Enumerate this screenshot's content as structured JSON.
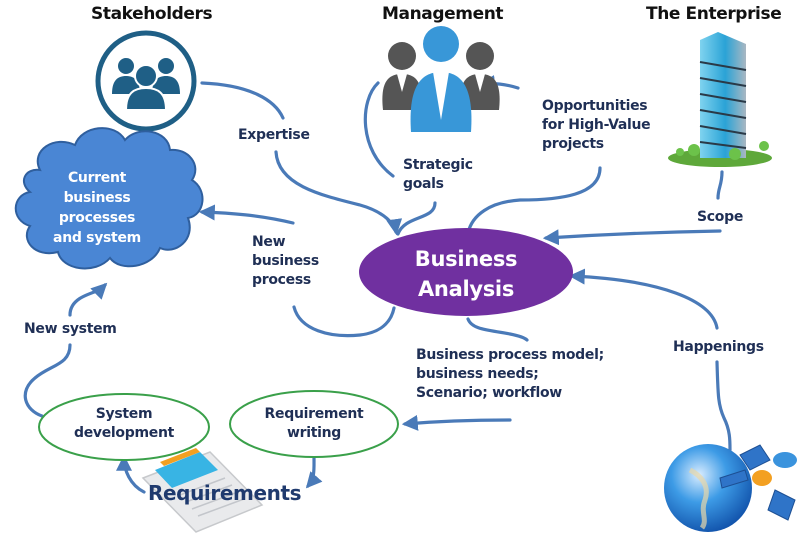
{
  "diagram": {
    "titles": {
      "stakeholders": "Stakeholders",
      "management": "Management",
      "enterprise": "The Enterprise"
    },
    "center_node": "Business\nAnalysis",
    "cloud_node": "Current\nbusiness\nprocesses\nand system",
    "process_nodes": {
      "system_development": "System\ndevelopment",
      "requirement_writing": "Requirement\nwriting"
    },
    "document_label": "Requirements",
    "edge_labels": {
      "expertise": "Expertise",
      "strategic_goals": "Strategic\ngoals",
      "opportunities": "Opportunities\nfor High-Value\nprojects",
      "scope": "Scope",
      "new_business_process": "New\nbusiness\nprocess",
      "new_system": "New system",
      "bpm": "Business process model;\nbusiness needs;\nScenario; workflow",
      "happenings": "Happenings"
    },
    "icons": {
      "stakeholders": "group-icon",
      "management": "business-team-icon",
      "enterprise": "office-building-icon",
      "happenings": "globe-satellite-icon",
      "requirements": "document-icon"
    },
    "colors": {
      "arrow": "#4a7ab8",
      "center_fill": "#7030a0",
      "cloud_fill": "#4a86d4",
      "cloud_stroke": "#2f5f9e",
      "stakeholder_ring": "#1f5f86",
      "process_stroke": "#3aa04a",
      "label_text": "#1f2f55"
    }
  }
}
